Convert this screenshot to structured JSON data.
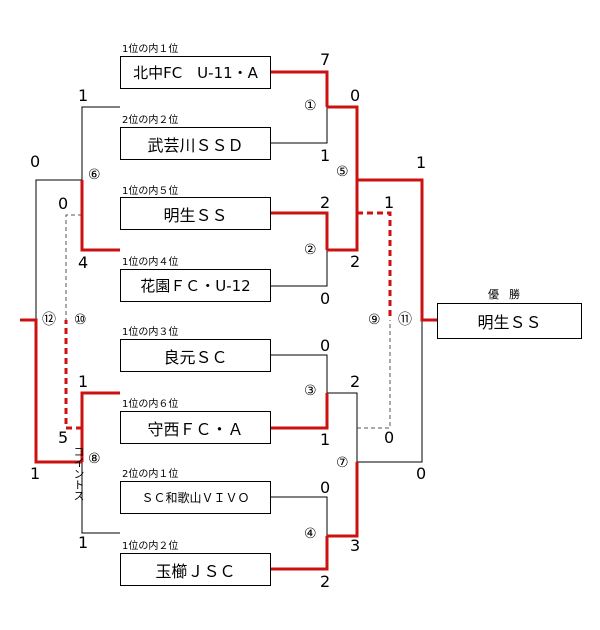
{
  "teams": [
    {
      "rank": "1位の内１位",
      "name": "北中FC　U-11・A"
    },
    {
      "rank": "2位の内２位",
      "name": "武芸川ＳＳＤ"
    },
    {
      "rank": "1位の内５位",
      "name": "明生ＳＳ"
    },
    {
      "rank": "1位の内４位",
      "name": "花園ＦＣ・U-12"
    },
    {
      "rank": "1位の内３位",
      "name": "良元ＳＣ"
    },
    {
      "rank": "1位の内６位",
      "name": "守西ＦＣ・Ａ"
    },
    {
      "rank": "2位の内１位",
      "name": "ＳＣ和歌山ＶＩＶＯ"
    },
    {
      "rank": "1位の内２位",
      "name": "玉櫛ＪＳＣ"
    }
  ],
  "champion": {
    "label": "優勝",
    "name": "明生ＳＳ"
  },
  "match_numbers": [
    "①",
    "②",
    "③",
    "④",
    "⑤",
    "⑥",
    "⑦",
    "⑧",
    "⑨",
    "⑩",
    "⑪",
    "⑫"
  ],
  "scores": {
    "m1_a": "7",
    "m1_b": "1",
    "m2_a": "2",
    "m2_b": "0",
    "m3_a": "0",
    "m3_b": "1",
    "m4_a": "0",
    "m4_b": "2",
    "m5_a": "0",
    "m5_b": "2",
    "m7_a": "2",
    "m7_b": "3",
    "m6_a": "1",
    "m6_b": "4",
    "m8_a": "1",
    "m8_b": "1",
    "m10_a": "0",
    "m10_b": "5",
    "m12_a": "0",
    "m12_b": "1",
    "m9_a": "1",
    "m9_b": "0",
    "m11_a": "1",
    "m11_b": "0"
  },
  "note": "コイントス"
}
